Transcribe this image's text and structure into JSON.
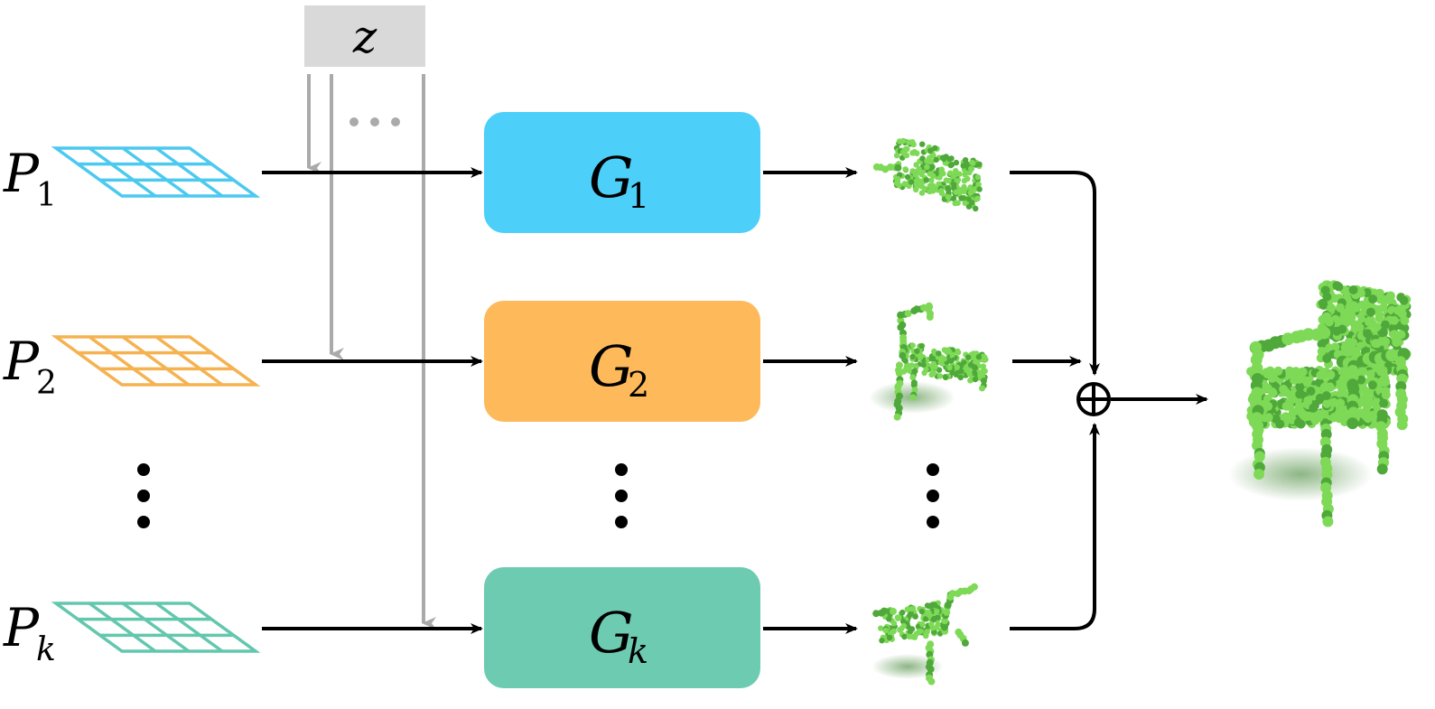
{
  "latent": {
    "label": "z"
  },
  "inputs": [
    {
      "symbol": "P",
      "subscript": "1",
      "grid_color": "#4cc9ef"
    },
    {
      "symbol": "P",
      "subscript": "2",
      "grid_color": "#f5b251"
    },
    {
      "symbol": "P",
      "subscript": "k",
      "grid_color": "#63c7ad"
    }
  ],
  "generators": [
    {
      "symbol": "G",
      "subscript": "1",
      "fill": "#4ccff9"
    },
    {
      "symbol": "G",
      "subscript": "2",
      "fill": "#fdb95a"
    },
    {
      "symbol": "G",
      "subscript": "k",
      "fill": "#6dcbb1"
    }
  ],
  "combine": {
    "symbol": "⊕"
  },
  "colors": {
    "latent_box": "#d9d9d9",
    "latent_arrow": "#aaaaaa",
    "arrow": "#000000",
    "points": "#7ed957",
    "points_dark": "#4fa83a"
  },
  "icons": {
    "part_points": "point-cloud-part-icon",
    "chair_points": "point-cloud-chair-icon"
  }
}
